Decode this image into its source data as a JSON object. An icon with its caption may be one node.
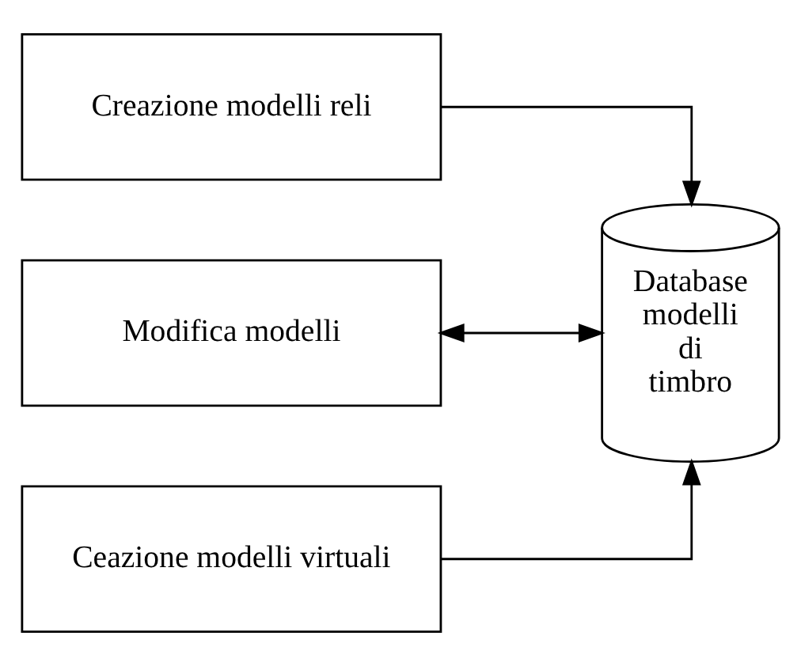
{
  "diagram": {
    "nodes": [
      {
        "text": [
          "Creazione modelli reli"
        ]
      },
      {
        "text": [
          "Modifica modelli"
        ]
      },
      {
        "text": [
          "Ceazione modelli virtuali"
        ]
      },
      {
        "text": [
          "Database modelli di timbro"
        ]
      }
    ],
    "edges": [
      {
        "from": 0,
        "to": 3,
        "arrow": "to"
      },
      {
        "from": 1,
        "to": 3,
        "arrow": "both"
      },
      {
        "from": 2,
        "to": 3,
        "arrow": "to"
      }
    ]
  }
}
